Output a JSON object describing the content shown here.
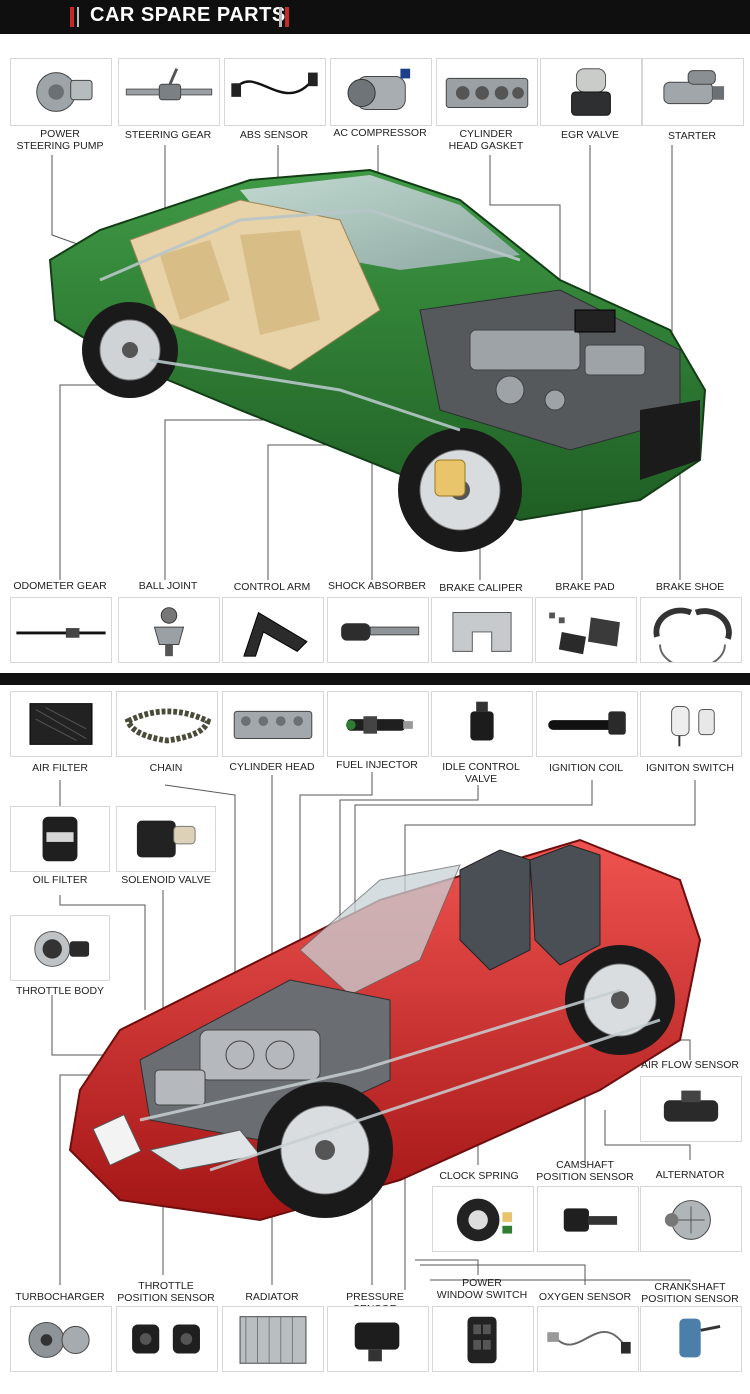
{
  "header": {
    "title": "CAR SPARE PARTS"
  },
  "top_row": [
    {
      "label": "POWER\nSTEERING PUMP",
      "icon": "power-steering-pump-icon"
    },
    {
      "label": "STEERING GEAR",
      "icon": "steering-gear-icon"
    },
    {
      "label": "ABS SENSOR",
      "icon": "abs-sensor-icon"
    },
    {
      "label": "AC COMPRESSOR",
      "icon": "ac-compressor-icon"
    },
    {
      "label": "CYLINDER\nHEAD GASKET",
      "icon": "cylinder-head-gasket-icon"
    },
    {
      "label": "EGR VALVE",
      "icon": "egr-valve-icon"
    },
    {
      "label": "STARTER",
      "icon": "starter-icon"
    }
  ],
  "mid_row": [
    {
      "label": "ODOMETER GEAR",
      "icon": "odometer-gear-icon"
    },
    {
      "label": "BALL JOINT",
      "icon": "ball-joint-icon"
    },
    {
      "label": "CONTROL ARM",
      "icon": "control-arm-icon"
    },
    {
      "label": "SHOCK ABSORBER",
      "icon": "shock-absorber-icon"
    },
    {
      "label": "BRAKE CALIPER",
      "icon": "brake-caliper-icon"
    },
    {
      "label": "BRAKE PAD",
      "icon": "brake-pad-icon"
    },
    {
      "label": "BRAKE SHOE",
      "icon": "brake-shoe-icon"
    }
  ],
  "second_top_row": [
    {
      "label": "AIR FILTER",
      "icon": "air-filter-icon"
    },
    {
      "label": "CHAIN",
      "icon": "chain-icon"
    },
    {
      "label": "CYLINDER HEAD",
      "icon": "cylinder-head-icon"
    },
    {
      "label": "FUEL INJECTOR",
      "icon": "fuel-injector-icon"
    },
    {
      "label": "IDLE CONTROL\nVALVE",
      "icon": "idle-control-valve-icon"
    },
    {
      "label": "IGNITION COIL",
      "icon": "ignition-coil-icon"
    },
    {
      "label": "IGNITON SWITCH",
      "icon": "ignition-switch-icon"
    }
  ],
  "left_column": [
    {
      "label": "OIL FILTER",
      "icon": "oil-filter-icon"
    },
    {
      "label": "SOLENOID VALVE",
      "icon": "solenoid-valve-icon"
    },
    {
      "label": "THROTTLE BODY",
      "icon": "throttle-body-icon"
    }
  ],
  "right_column": [
    {
      "label": "AIR FLOW SENSOR",
      "icon": "air-flow-sensor-icon"
    }
  ],
  "lower_row": [
    {
      "label": "CLOCK SPRING",
      "icon": "clock-spring-icon"
    },
    {
      "label": "CAMSHAFT\nPOSITION SENSOR",
      "icon": "camshaft-position-sensor-icon"
    },
    {
      "label": "ALTERNATOR",
      "icon": "alternator-icon"
    }
  ],
  "bottom_row": [
    {
      "label": "TURBOCHARGER",
      "icon": "turbocharger-icon"
    },
    {
      "label": "THROTTLE\nPOSITION SENSOR",
      "icon": "throttle-position-sensor-icon"
    },
    {
      "label": "RADIATOR",
      "icon": "radiator-icon"
    },
    {
      "label": "PRESSURE SENSOR",
      "icon": "pressure-sensor-icon"
    },
    {
      "label": "POWER\nWINDOW SWITCH",
      "icon": "power-window-switch-icon"
    },
    {
      "label": "OXYGEN SENSOR",
      "icon": "oxygen-sensor-icon"
    },
    {
      "label": "CRANKSHAFT\nPOSITION SENSOR",
      "icon": "crankshaft-position-sensor-icon"
    }
  ],
  "colors": {
    "banner": "#0f0f0f",
    "accent_red": "#c62828",
    "car_green": "#2e7d32",
    "car_red": "#d32f2f",
    "leader_line": "#555555"
  }
}
